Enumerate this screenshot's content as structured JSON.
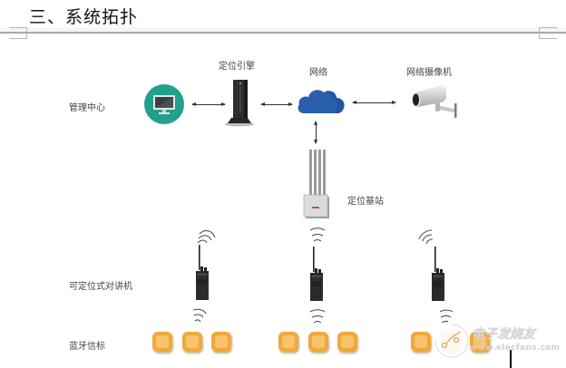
{
  "document": {
    "section_heading": "三、系统拓扑"
  },
  "diagram": {
    "title": "系统拓扑",
    "nodes": {
      "management_center": {
        "label": "管理中心",
        "icon": "monitor-icon"
      },
      "positioning_engine": {
        "label": "定位引擎",
        "icon": "server-tower-icon"
      },
      "network": {
        "label": "网络",
        "icon": "cloud-icon"
      },
      "network_camera": {
        "label": "网络摄像机",
        "icon": "security-camera-icon"
      },
      "positioning_base_station": {
        "label": "定位基站",
        "icon": "base-station-icon"
      }
    },
    "row_labels": {
      "walkie_talkies": "可定位式对讲机",
      "bluetooth_beacons": "蓝牙信标"
    },
    "walkie_talkie_groups": 3,
    "beacons_per_group": 3,
    "edges": [
      {
        "from": "管理中心",
        "to": "定位引擎",
        "type": "bidirectional"
      },
      {
        "from": "定位引擎",
        "to": "网络",
        "type": "bidirectional"
      },
      {
        "from": "网络",
        "to": "网络摄像机",
        "type": "bidirectional"
      },
      {
        "from": "网络",
        "to": "定位基站",
        "type": "bidirectional"
      },
      {
        "from": "定位基站",
        "to": "可定位式对讲机",
        "type": "wireless"
      },
      {
        "from": "可定位式对讲机",
        "to": "蓝牙信标",
        "type": "wireless"
      }
    ],
    "colors": {
      "monitor_circle": "#23a08c",
      "cloud": "#2a5fb0",
      "beacon": "#f0a93a",
      "server": "#2e2e2e"
    }
  },
  "watermark": {
    "brand": "电子发烧友",
    "url": "www.elecfans.com"
  }
}
